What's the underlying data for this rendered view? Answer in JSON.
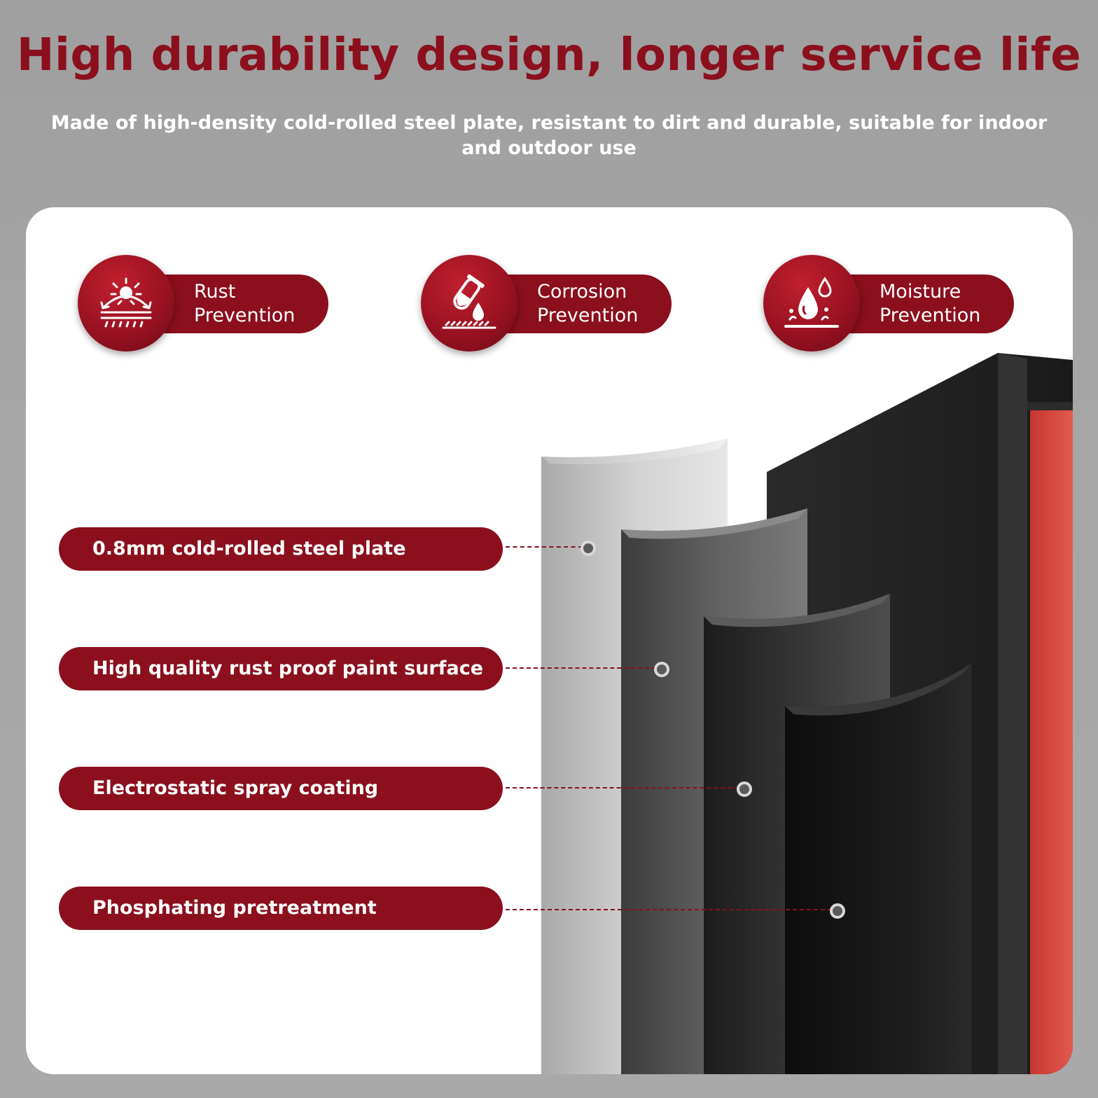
{
  "heading": {
    "title": "High durability design, longer service life",
    "subtitle": "Made of high-density cold-rolled steel plate, resistant to dirt and durable, suitable for indoor and outdoor use"
  },
  "features": [
    {
      "label": "Rust\nPrevention",
      "icon": "rust-splash-icon"
    },
    {
      "label": "Corrosion\nPrevention",
      "icon": "test-tube-drop-icon"
    },
    {
      "label": "Moisture\nPrevention",
      "icon": "water-drops-icon"
    }
  ],
  "layers": [
    {
      "label": "0.8mm cold-rolled steel plate"
    },
    {
      "label": "High quality rust proof paint surface"
    },
    {
      "label": "Electrostatic spray coating"
    },
    {
      "label": "Phosphating pretreatment"
    }
  ],
  "colors": {
    "accent": "#8b0f1d",
    "background": "#a6a6a6",
    "panel": "#ffffff",
    "cabinet_door": "#d94a42"
  }
}
